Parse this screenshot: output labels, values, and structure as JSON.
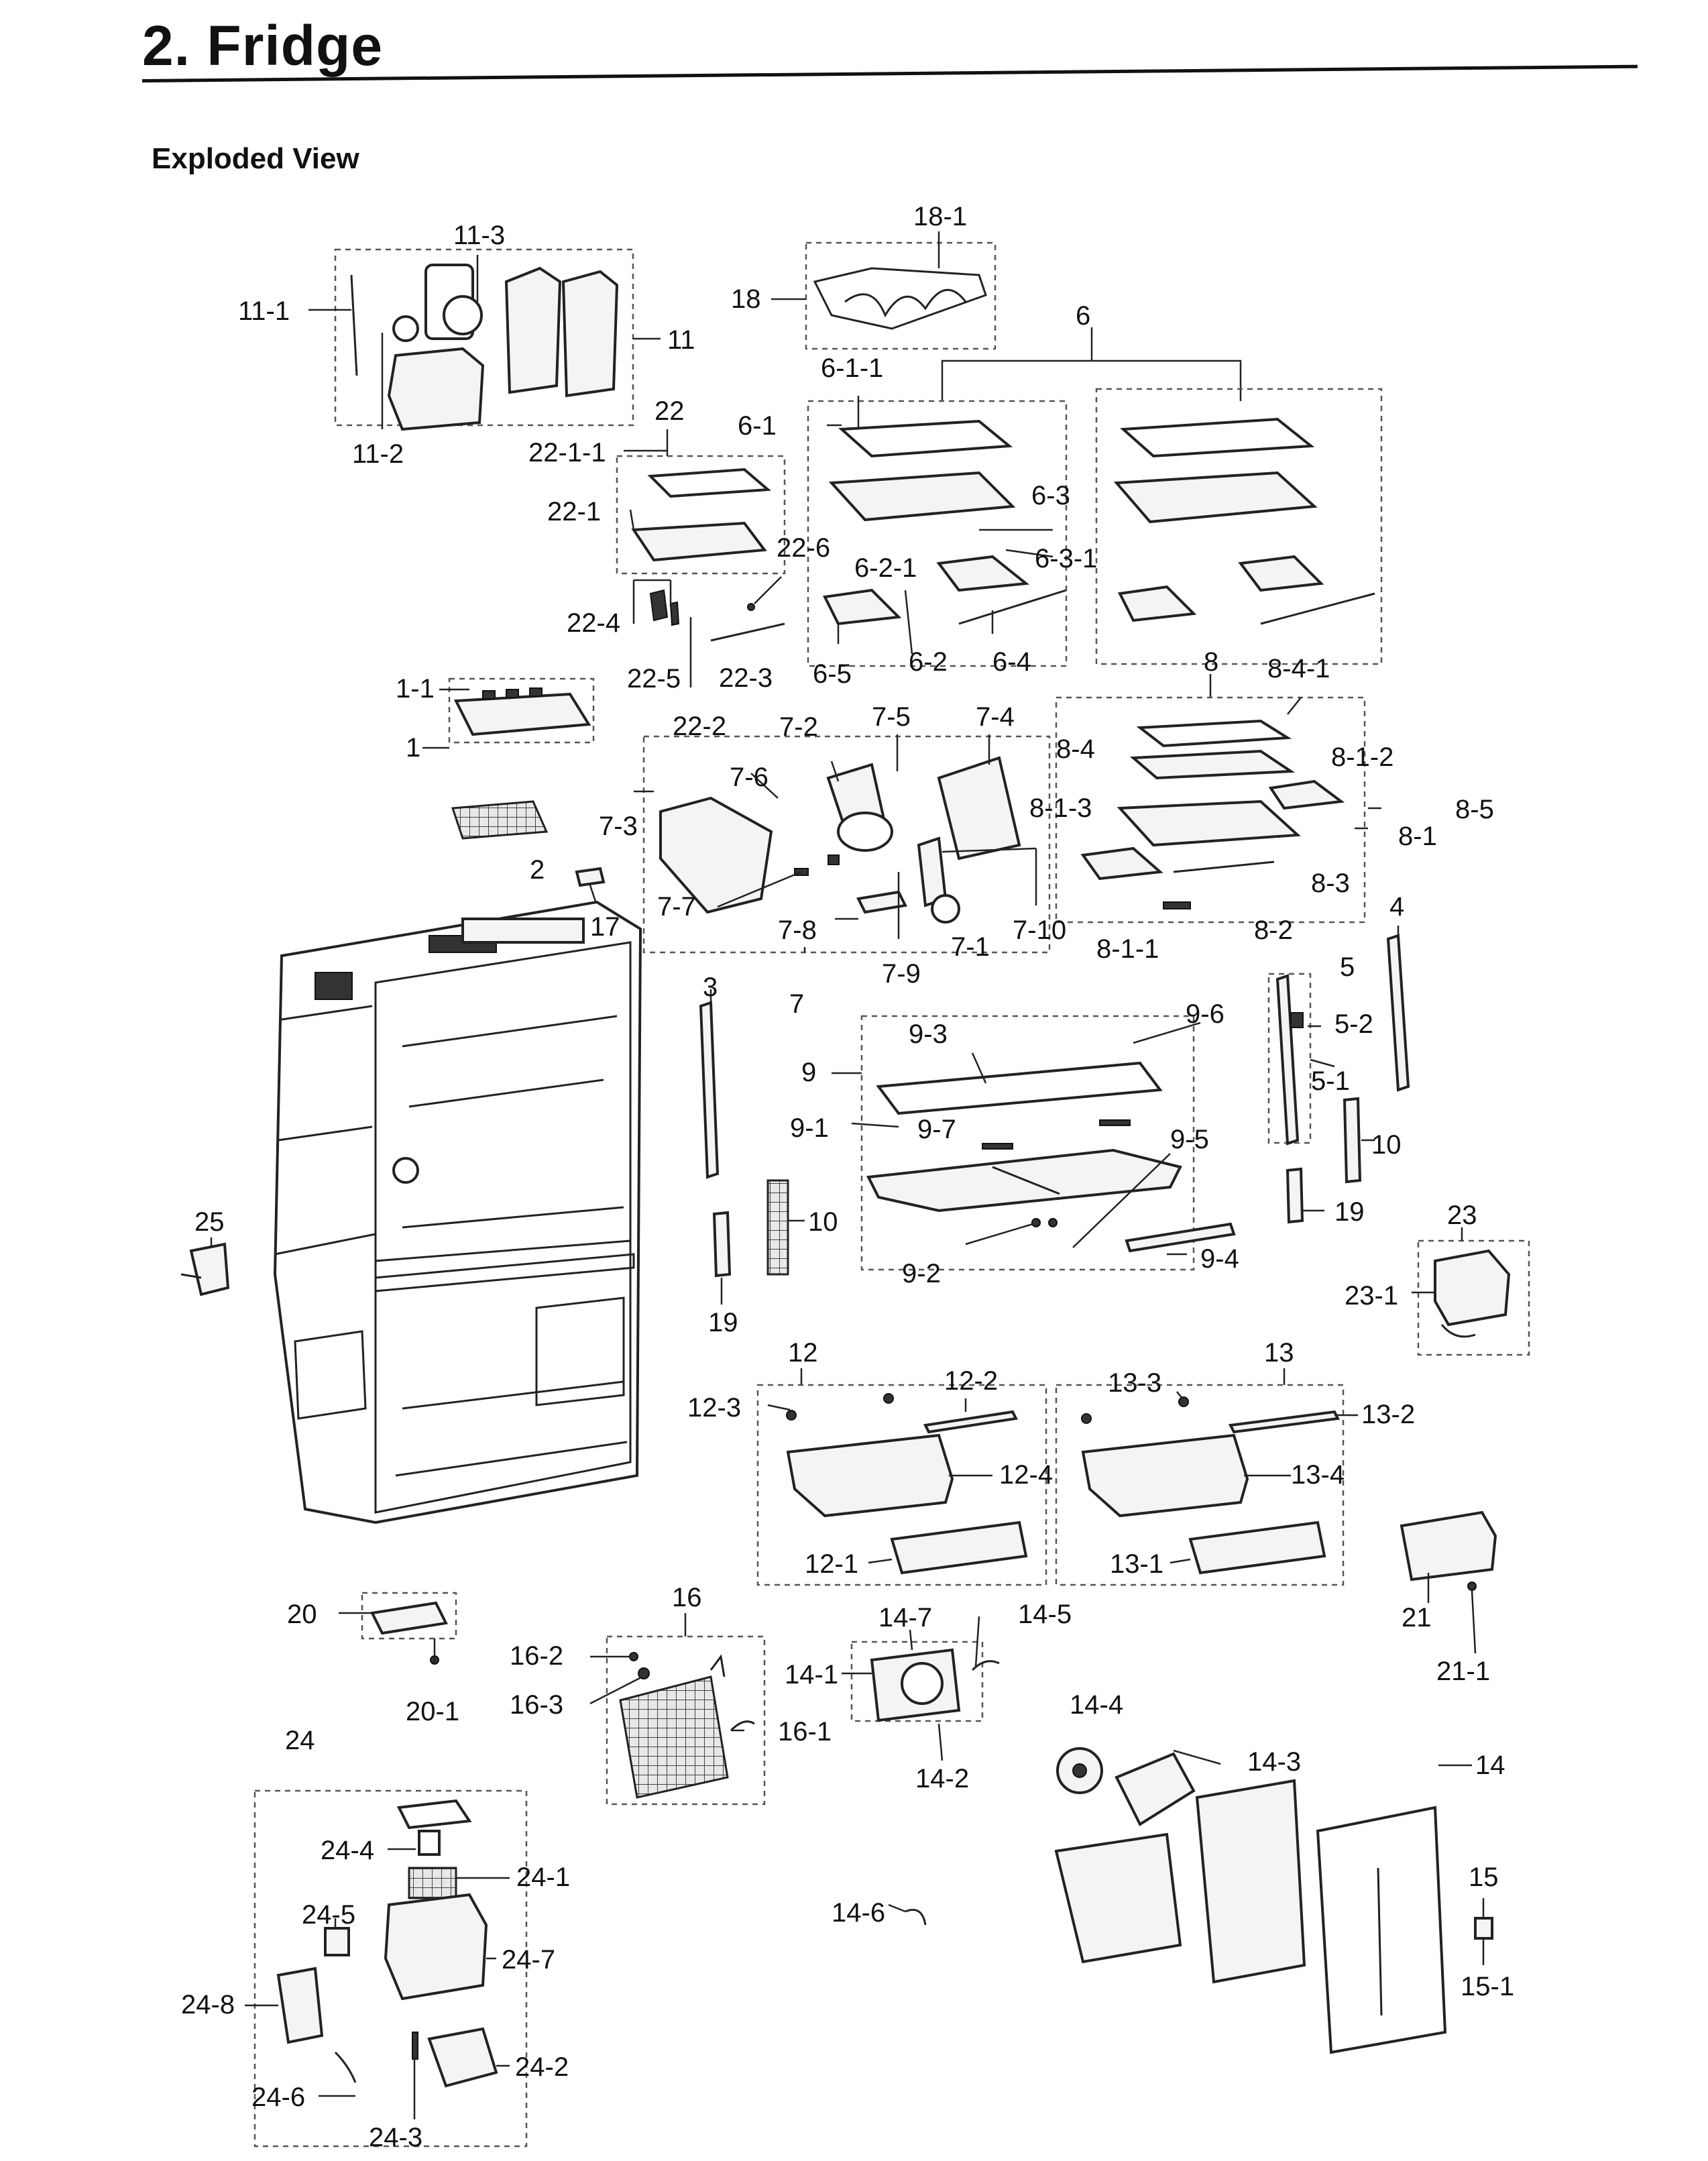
{
  "header": {
    "title": "2.  Fridge",
    "subtitle": "Exploded View"
  },
  "callouts": {
    "c_11_3": "11-3",
    "c_11_1": "11-1",
    "c_11": "11",
    "c_11_2": "11-2",
    "c_18_1": "18-1",
    "c_18": "18",
    "c_6": "6",
    "c_6_1_1": "6-1-1",
    "c_6_1": "6-1",
    "c_6_3": "6-3",
    "c_6_3_1": "6-3-1",
    "c_6_2_1": "6-2-1",
    "c_6_5": "6-5",
    "c_6_2": "6-2",
    "c_6_4": "6-4",
    "c_22": "22",
    "c_22_1_1": "22-1-1",
    "c_22_1": "22-1",
    "c_22_6": "22-6",
    "c_22_4": "22-4",
    "c_22_5": "22-5",
    "c_22_3": "22-3",
    "c_22_2": "22-2",
    "c_8": "8",
    "c_8_4_1": "8-4-1",
    "c_8_4": "8-4",
    "c_8_1_2": "8-1-2",
    "c_8_1_3": "8-1-3",
    "c_8_5": "8-5",
    "c_8_1": "8-1",
    "c_8_3": "8-3",
    "c_8_2": "8-2",
    "c_8_1_1": "8-1-1",
    "c_1_1": "1-1",
    "c_1": "1",
    "c_2": "2",
    "c_17": "17",
    "c_7_2": "7-2",
    "c_7_5": "7-5",
    "c_7_4": "7-4",
    "c_7_6": "7-6",
    "c_7_3": "7-3",
    "c_7_7": "7-7",
    "c_7_8": "7-8",
    "c_7_10": "7-10",
    "c_7_1": "7-1",
    "c_7_9": "7-9",
    "c_7": "7",
    "c_4": "4",
    "c_5": "5",
    "c_5_2": "5-2",
    "c_5_1": "5-1",
    "c_10a": "10",
    "c_19a": "19",
    "c_3": "3",
    "c_9_3": "9-3",
    "c_9_6": "9-6",
    "c_9": "9",
    "c_9_5": "9-5",
    "c_9_1": "9-1",
    "c_9_7": "9-7",
    "c_9_2": "9-2",
    "c_9_4": "9-4",
    "c_10b": "10",
    "c_19b": "19",
    "c_23": "23",
    "c_23_1": "23-1",
    "c_25": "25",
    "c_12": "12",
    "c_12_2": "12-2",
    "c_12_3": "12-3",
    "c_12_4": "12-4",
    "c_12_1": "12-1",
    "c_13": "13",
    "c_13_3": "13-3",
    "c_13_2": "13-2",
    "c_13_4": "13-4",
    "c_13_1": "13-1",
    "c_21": "21",
    "c_21_1": "21-1",
    "c_20": "20",
    "c_20_1": "20-1",
    "c_16": "16",
    "c_16_2": "16-2",
    "c_16_3": "16-3",
    "c_16_1": "16-1",
    "c_14_7": "14-7",
    "c_14_5": "14-5",
    "c_14_1": "14-1",
    "c_14_2": "14-2",
    "c_14_4": "14-4",
    "c_14_3": "14-3",
    "c_14": "14",
    "c_14_6": "14-6",
    "c_15": "15",
    "c_15_1": "15-1",
    "c_24": "24",
    "c_24_4": "24-4",
    "c_24_1": "24-1",
    "c_24_5": "24-5",
    "c_24_7": "24-7",
    "c_24_8": "24-8",
    "c_24_2": "24-2",
    "c_24_6": "24-6",
    "c_24_3": "24-3"
  }
}
